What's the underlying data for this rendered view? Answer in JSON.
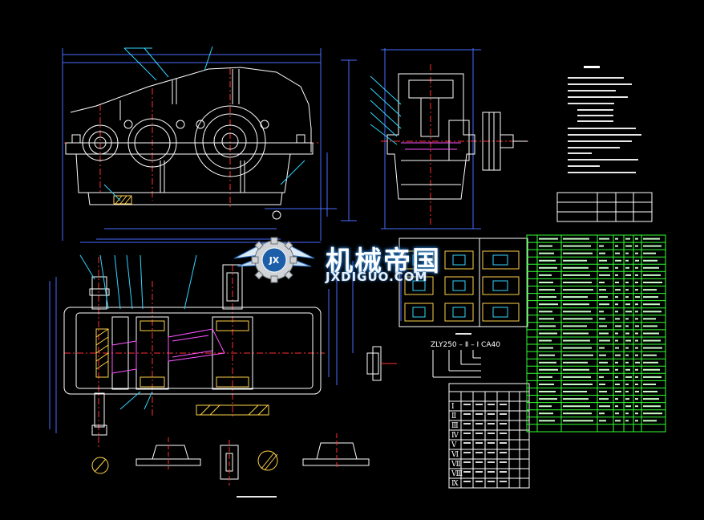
{
  "watermark": {
    "title": "机械帝国",
    "url": "JXDIGUO.COM",
    "emblem_letters": "JX"
  },
  "drawing": {
    "model_code": "ZLY250 – Ⅱ – Ⅰ CA40",
    "stage_labels": [
      "Ⅰ",
      "Ⅱ",
      "Ⅲ",
      "Ⅳ",
      "Ⅴ",
      "Ⅵ",
      "Ⅶ",
      "Ⅷ",
      "Ⅸ"
    ]
  },
  "colors": {
    "background": "#000000",
    "outline": "#ffffff",
    "centerline": "#ff3030",
    "dimension": "#4a6cff",
    "hatch": "#ffd24a",
    "section": "#ff55ff",
    "annotation": "#33d6ff",
    "parts_table": "#33ff33"
  }
}
